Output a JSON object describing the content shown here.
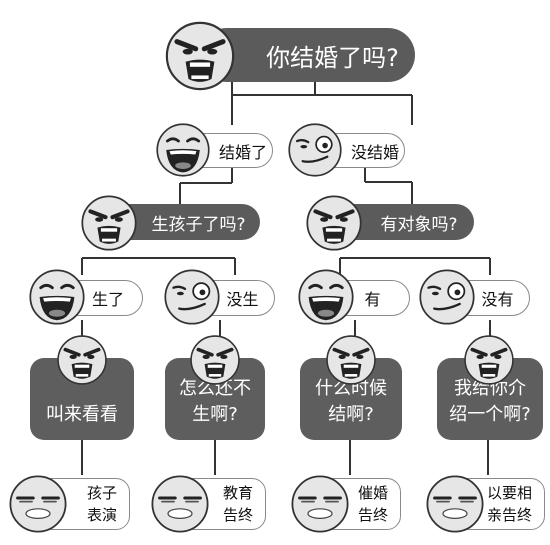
{
  "root": {
    "label": "你结婚了吗?",
    "face": "angry-yelling-face-icon"
  },
  "level1": {
    "married": {
      "label": "结婚了",
      "face": "laughing-face-icon"
    },
    "not_married": {
      "label": "没结婚",
      "face": "smirking-face-icon"
    }
  },
  "level2": {
    "have_kids_question": {
      "label": "生孩子了吗?",
      "face": "angry-yelling-face-icon"
    },
    "have_partner_question": {
      "label": "有对象吗?",
      "face": "angry-yelling-face-icon"
    }
  },
  "level3": {
    "had_kids": {
      "label": "生了",
      "face": "laughing-face-icon"
    },
    "no_kids": {
      "label": "没生",
      "face": "smirking-face-icon"
    },
    "has_partner": {
      "label": "有",
      "face": "laughing-face-icon"
    },
    "no_partner": {
      "label": "没有",
      "face": "smirking-face-icon"
    }
  },
  "level4": {
    "show_kids": {
      "text": "叫来看看",
      "face": "angry-yelling-face-icon"
    },
    "why_not_yet": {
      "text": "怎么还不\n生啊?",
      "face": "angry-yelling-face-icon"
    },
    "when_marry": {
      "text": "什么时候\n结啊?",
      "face": "angry-yelling-face-icon"
    },
    "introduce_one": {
      "text": "我给你介\n绍一个啊?",
      "face": "angry-yelling-face-icon"
    }
  },
  "leaves": {
    "kids_perform": {
      "text": "孩子\n表演",
      "face": "annoyed-flat-face-icon"
    },
    "education_done": {
      "text": "教育\n告终",
      "face": "annoyed-flat-face-icon"
    },
    "urge_done": {
      "text": "催婚\n告终",
      "face": "annoyed-flat-face-icon"
    },
    "blind_date_done": {
      "text": "以要相\n亲告终",
      "face": "annoyed-flat-face-icon"
    }
  }
}
